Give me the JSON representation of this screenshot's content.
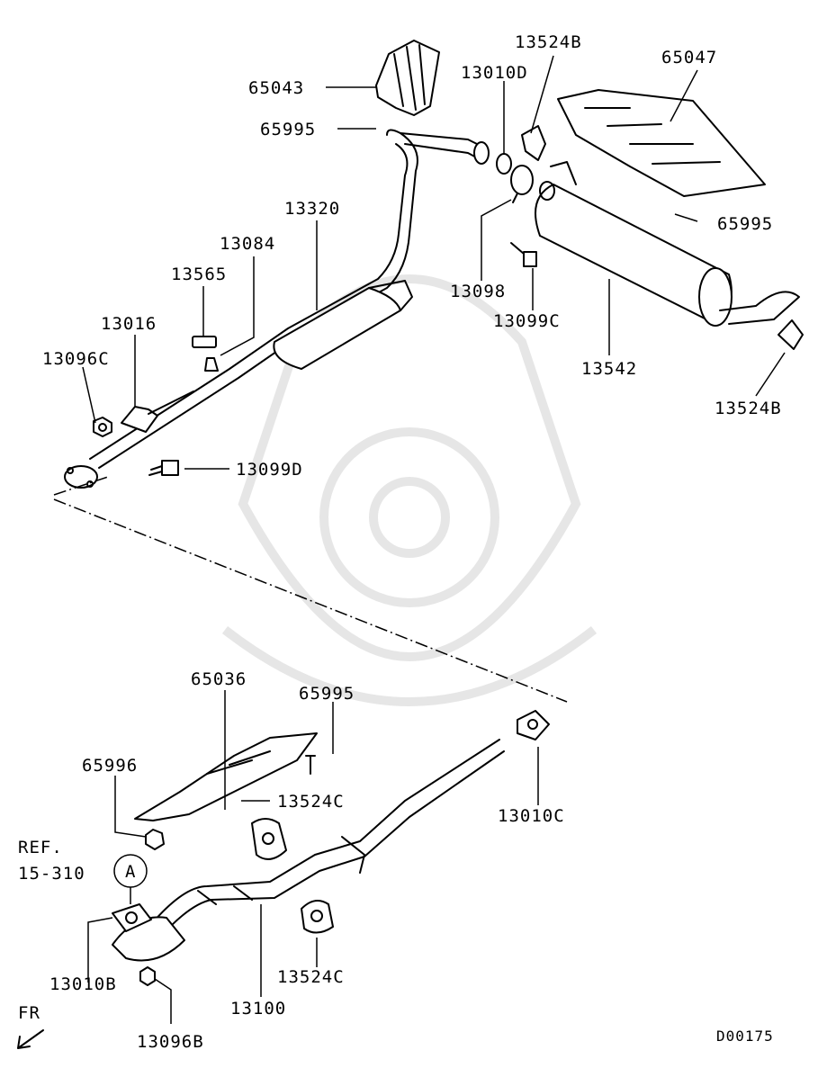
{
  "diagram_id": "D00175",
  "front_label": "FR",
  "reference": {
    "line1": "REF.",
    "line2": "15-310",
    "circle_letter": "A"
  },
  "callouts": {
    "p65043": "65043",
    "p65995_top": "65995",
    "p13010D": "13010D",
    "p13524B_top": "13524B",
    "p65047": "65047",
    "p65995_right": "65995",
    "p13320": "13320",
    "p13084": "13084",
    "p13565": "13565",
    "p13016": "13016",
    "p13096C": "13096C",
    "p13098": "13098",
    "p13099C": "13099C",
    "p13542": "13542",
    "p13524B_right": "13524B",
    "p13099D": "13099D",
    "p65036": "65036",
    "p65995_bottom": "65995",
    "p65996": "65996",
    "p13524C_top": "13524C",
    "p13010C": "13010C",
    "p13524C_bottom": "13524C",
    "p13010B": "13010B",
    "p13100": "13100",
    "p13096B": "13096B"
  }
}
